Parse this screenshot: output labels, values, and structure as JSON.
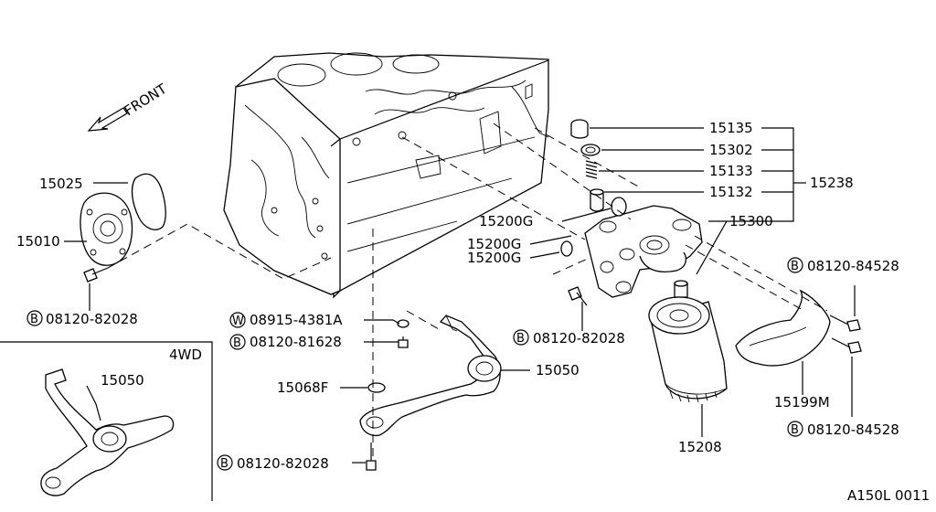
{
  "front_label": "FRONT",
  "inset_label": "4WD",
  "diagram_code": "A150L 0011",
  "bolt_prefix": "B",
  "washer_prefix": "W",
  "labels": {
    "p15135": "15135",
    "p15302": "15302",
    "p15133": "15133",
    "p15132": "15132",
    "p15238": "15238",
    "p15300": "15300",
    "p15200g_1": "15200G",
    "p15200g_2": "15200G",
    "p15200g_3": "15200G",
    "p15025": "15025",
    "p15010": "15010",
    "p08120_82028_a": "08120-82028",
    "p08915_4381a": "08915-4381A",
    "p08120_81628": "08120-81628",
    "p15050_main": "15050",
    "p15068f": "15068F",
    "p08120_82028_b": "08120-82028",
    "p08120_82028_c": "08120-82028",
    "p08120_84528_a": "08120-84528",
    "p08120_84528_b": "08120-84528",
    "p15199m": "15199M",
    "p15208": "15208",
    "p15050_inset": "15050"
  }
}
